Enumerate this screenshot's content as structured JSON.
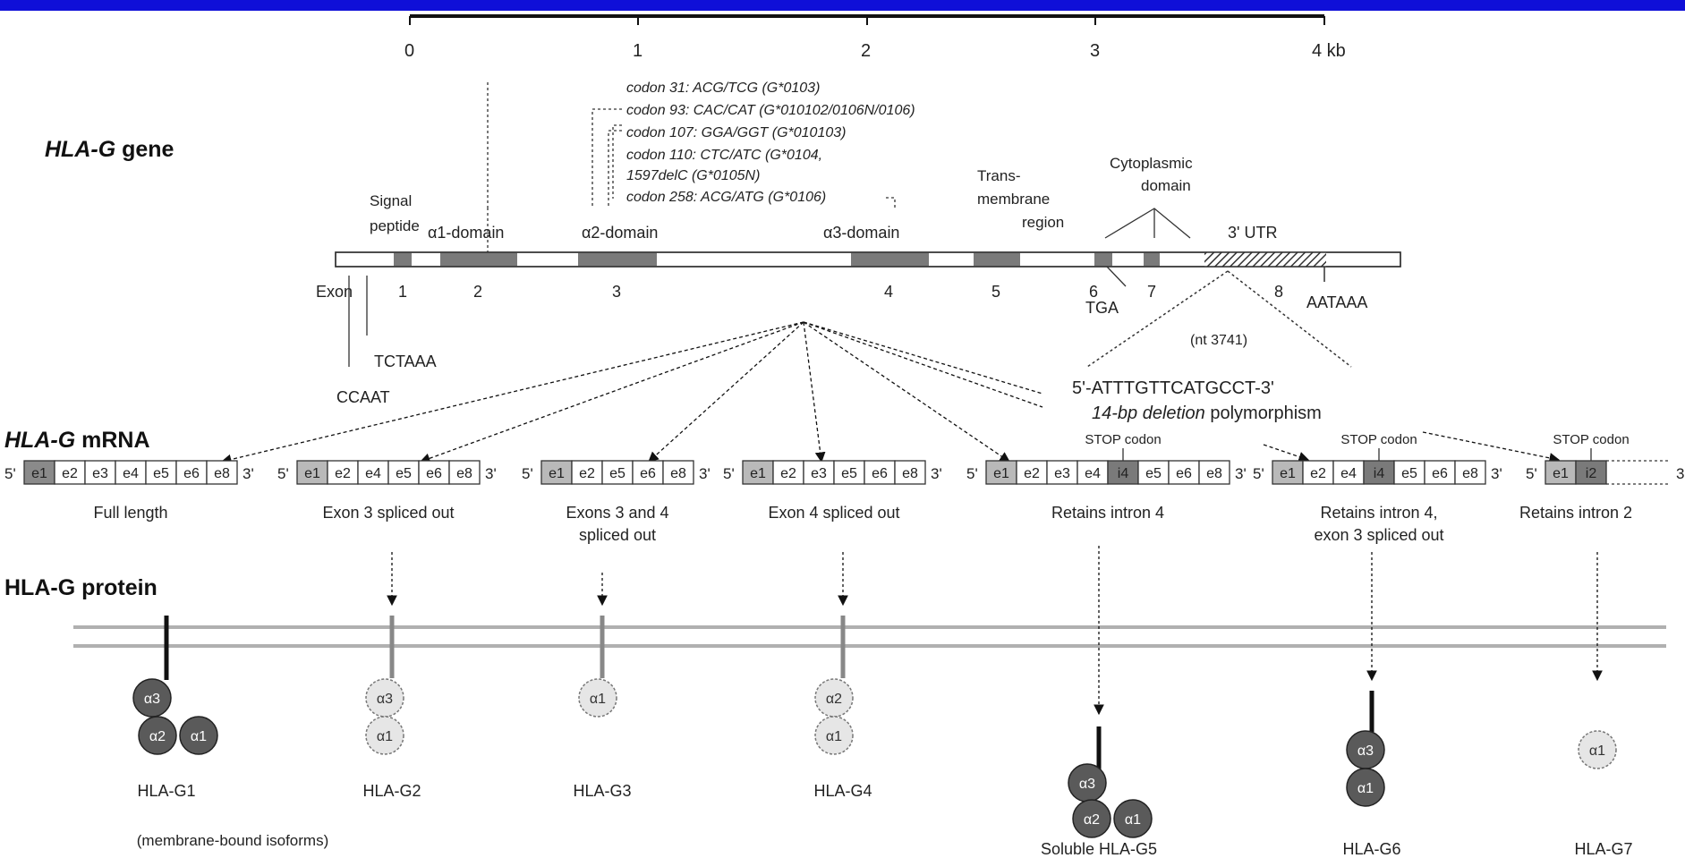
{
  "scale": {
    "ticks": [
      "0",
      "1",
      "2",
      "3",
      "4 kb"
    ]
  },
  "gene": {
    "title_italic": "HLA-G",
    "title_rest": " gene",
    "codons": [
      "codon 31: ACG/TCG (G*0103)",
      "codon 93: CAC/CAT (G*010102/0106N/0106)",
      "codon 107: GGA/GGT (G*010103)",
      "codon 110: CTC/ATC (G*0104,",
      "1597delC (G*0105N)",
      "codon 258: ACG/ATG (G*0106)"
    ],
    "signal_peptide": [
      "Signal",
      "peptide"
    ],
    "alpha1": "α1-domain",
    "alpha2": "α2-domain",
    "alpha3": "α3-domain",
    "transmembrane": [
      "Trans-",
      "membrane",
      "region"
    ],
    "cytoplasmic": [
      "Cytoplasmic",
      "domain"
    ],
    "utr": "3' UTR",
    "exon_label": "Exon",
    "exon_numbers": [
      "1",
      "2",
      "3",
      "4",
      "5",
      "6",
      "7",
      "8"
    ],
    "tga": "TGA",
    "aataaa": "AATAAA",
    "tctaaa": "TCTAAA",
    "ccaat": "CCAAT",
    "nt": "(nt 3741)",
    "deletion_seq": "5'-ATTTGTTCATGCCT-3'",
    "deletion_italic": "14-bp deletion",
    "deletion_rest": " polymorphism"
  },
  "mrna": {
    "title_italic": "HLA-G",
    "title_rest": " mRNA",
    "stop_codon": "STOP codon",
    "five": "5'",
    "three": "3'",
    "transcripts": [
      {
        "boxes": [
          "e1",
          "e2",
          "e3",
          "e4",
          "e5",
          "e6",
          "e8"
        ],
        "caption": [
          "Full length"
        ]
      },
      {
        "boxes": [
          "e1",
          "e2",
          "e4",
          "e5",
          "e6",
          "e8"
        ],
        "caption": [
          "Exon 3 spliced out"
        ]
      },
      {
        "boxes": [
          "e1",
          "e2",
          "e5",
          "e6",
          "e8"
        ],
        "caption": [
          "Exons 3 and 4",
          "spliced out"
        ]
      },
      {
        "boxes": [
          "e1",
          "e2",
          "e3",
          "e5",
          "e6",
          "e8"
        ],
        "caption": [
          "Exon 4 spliced out"
        ]
      },
      {
        "boxes": [
          "e1",
          "e2",
          "e3",
          "e4",
          "i4",
          "e5",
          "e6",
          "e8"
        ],
        "caption": [
          "Retains intron 4"
        ]
      },
      {
        "boxes": [
          "e1",
          "e2",
          "e4",
          "i4",
          "e5",
          "e6",
          "e8"
        ],
        "caption": [
          "Retains intron 4,",
          "exon 3 spliced out"
        ]
      },
      {
        "boxes": [
          "e1",
          "i2"
        ],
        "caption": [
          "Retains intron 2"
        ]
      }
    ]
  },
  "protein": {
    "title": "HLA-G protein",
    "a1": "α1",
    "a2": "α2",
    "a3": "α3",
    "names": [
      "HLA-G1",
      "HLA-G2",
      "HLA-G3",
      "HLA-G4",
      "Soluble HLA-G5",
      "HLA-G6",
      "HLA-G7"
    ],
    "membrane_note": "(membrane-bound isoforms)"
  },
  "colors": {
    "frame": "#1a1aa0",
    "dark_exon": "#7a7a7a",
    "light_exon": "#b9b9b9",
    "domain_dark": "#5a5a5a",
    "membrane": "#b0b0b0"
  }
}
